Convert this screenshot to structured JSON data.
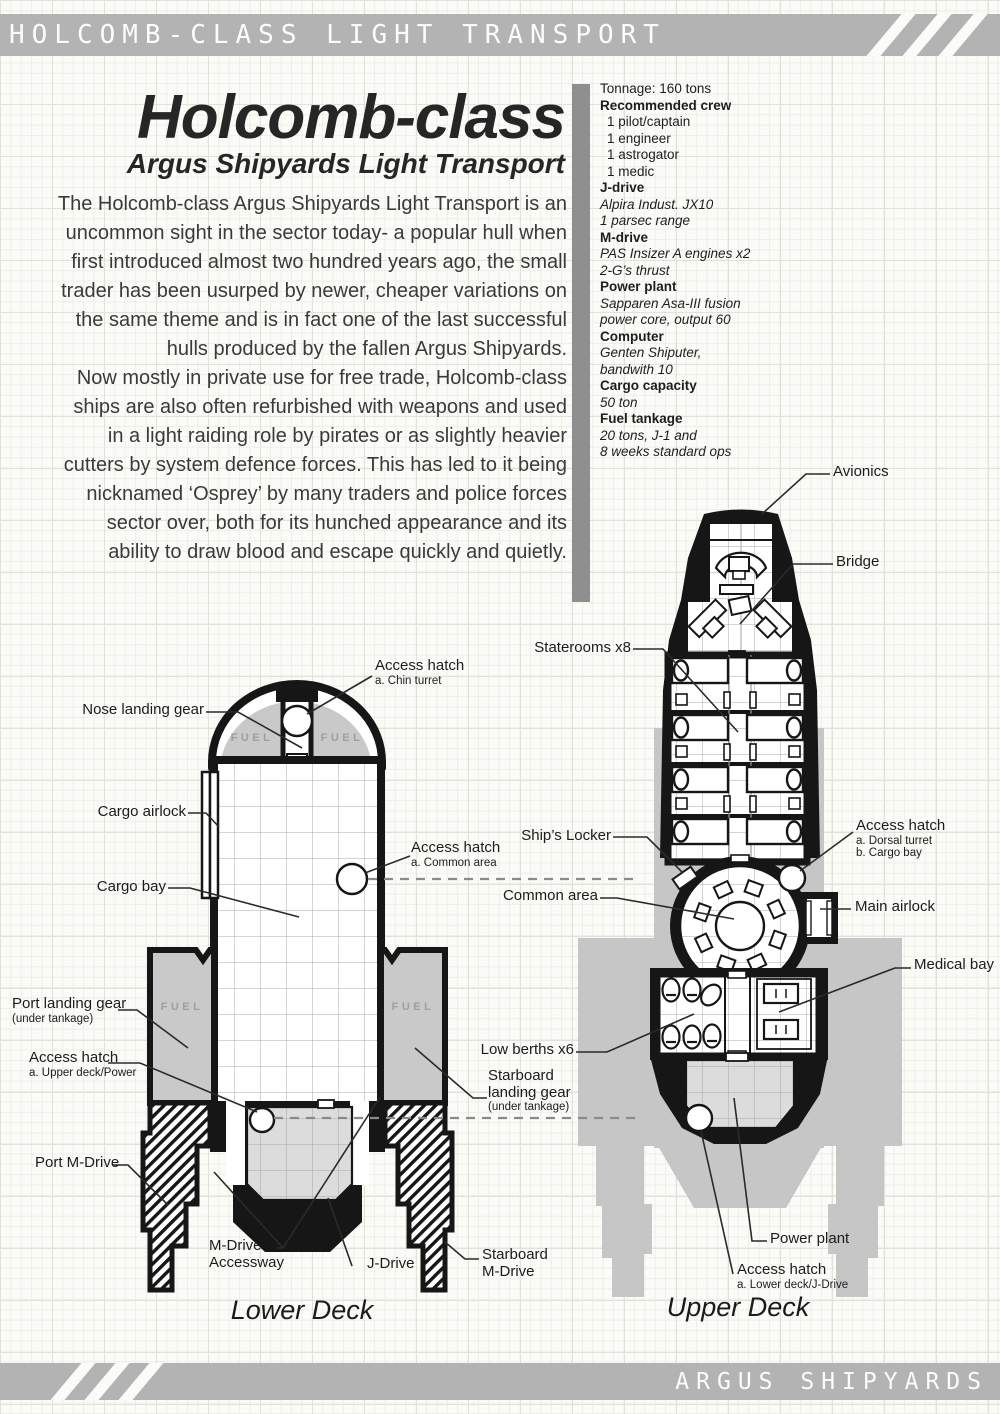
{
  "header": {
    "title": "HOLCOMB-CLASS LIGHT TRANSPORT"
  },
  "footer": {
    "title": "ARGUS SHIPYARDS"
  },
  "title_block": {
    "main": "Holcomb-class",
    "subtitle": "Argus Shipyards Light Transport"
  },
  "intro": {
    "para1": "The Holcomb-class Argus Shipyards Light Transport is an uncommon sight in the sector today- a popular hull when first introduced almost two hundred years ago, the small trader has been usurped by newer, cheaper variations on the same theme and is in fact one of the last successful hulls produced by the fallen Argus Shipyards.",
    "para2": "Now mostly in private use for free trade, Holcomb-class ships are also often refurbished with weapons and used in a light raiding role by pirates or as slightly heavier cutters by system defence forces. This has led to it being nicknamed ‘Osprey’ by many traders and police forces sector over, both for its hunched appearance and its ability to draw blood and escape quickly and quietly."
  },
  "specs": {
    "lines": [
      {
        "text": "Tonnage: 160 tons"
      },
      {
        "text": "Recommended crew"
      },
      {
        "text": "1 pilot/captain"
      },
      {
        "text": "1 engineer"
      },
      {
        "text": "1 astrogator"
      },
      {
        "text": "1 medic"
      },
      {
        "text": "J-drive"
      },
      {
        "text": "Alpira Indust. JX10"
      },
      {
        "text": "1 parsec range"
      },
      {
        "text": "M-drive"
      },
      {
        "text": "PAS Insizer A engines x2"
      },
      {
        "text": "2-G’s thrust"
      },
      {
        "text": "Power plant"
      },
      {
        "text": "Sapparen Asa-III fusion"
      },
      {
        "text": "power core, output 60"
      },
      {
        "text": "Computer"
      },
      {
        "text": "Genten Shiputer,"
      },
      {
        "text": "bandwith 10"
      },
      {
        "text": "Cargo capacity"
      },
      {
        "text": "50 ton"
      },
      {
        "text": "Fuel tankage"
      },
      {
        "text": "20 tons, J-1 and"
      },
      {
        "text": "8 weeks standard ops"
      }
    ]
  },
  "plans": {
    "fuel_label": "FUEL",
    "lower": {
      "caption": "Lower Deck",
      "callouts": {
        "access_hatch_chin": {
          "main": "Access hatch",
          "sub": "a. Chin turret"
        },
        "nose_landing_gear": {
          "main": "Nose landing gear"
        },
        "cargo_airlock": {
          "main": "Cargo airlock"
        },
        "cargo_bay": {
          "main": "Cargo bay"
        },
        "access_hatch_common": {
          "main": "Access hatch",
          "sub": "a. Common area"
        },
        "port_landing_gear": {
          "main": "Port landing gear",
          "sub": "(under tankage)"
        },
        "access_hatch_upper": {
          "main": "Access hatch",
          "sub": "a. Upper deck/Power"
        },
        "port_m_drive": {
          "main": "Port M-Drive"
        },
        "m_drive_accessway": {
          "main": "M-Drive",
          "main2": "Accessway"
        },
        "j_drive": {
          "main": "J-Drive"
        },
        "starboard_m_drive": {
          "main": "Starboard",
          "main2": "M-Drive"
        },
        "starboard_landing_gear": {
          "main": "Starboard",
          "main2": "landing gear",
          "sub": "(under tankage)"
        }
      }
    },
    "upper": {
      "caption": "Upper Deck",
      "callouts": {
        "avionics": {
          "main": "Avionics"
        },
        "bridge": {
          "main": "Bridge"
        },
        "staterooms_x8": {
          "main": "Staterooms x8"
        },
        "ships_locker": {
          "main": "Ship’s Locker"
        },
        "access_hatch_dorsal": {
          "main": "Access hatch",
          "sub": "a. Dorsal turret",
          "sub2": "b. Cargo bay"
        },
        "common_area": {
          "main": "Common area"
        },
        "main_airlock": {
          "main": "Main airlock"
        },
        "medical_bay": {
          "main": "Medical bay"
        },
        "low_berths": {
          "main": "Low berths x6"
        },
        "power_plant": {
          "main": "Power plant"
        },
        "access_hatch_lower": {
          "main": "Access hatch",
          "sub": "a. Lower deck/J-Drive"
        }
      }
    }
  },
  "colors": {
    "bar_gray": "#b3b3b3",
    "divider_gray": "#8f8f8f",
    "hull_black": "#161616",
    "fuel_gray": "#c9c9c9",
    "shadow_gray": "#c6c6c6",
    "machinery_gray": "#dcdcdc"
  }
}
